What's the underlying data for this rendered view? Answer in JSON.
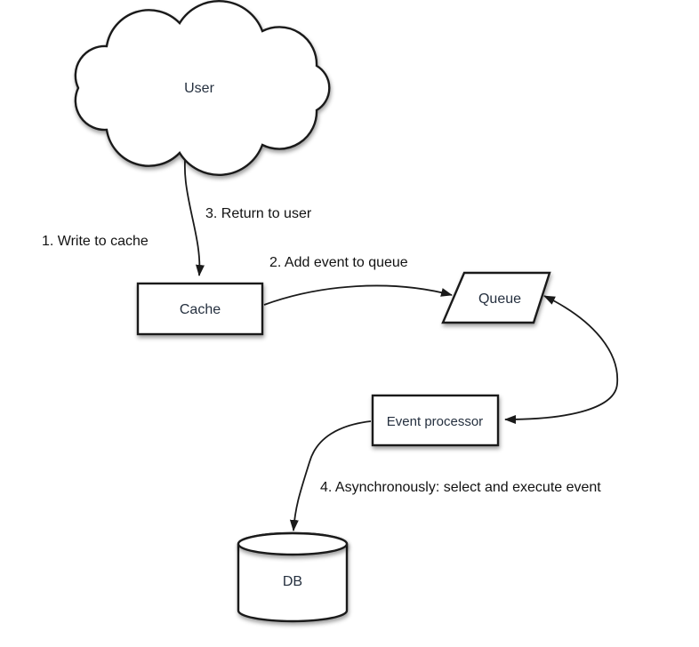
{
  "colors": {
    "background": "#ffffff",
    "stroke": "#1a1a1a",
    "node_fill": "#ffffff",
    "node_text": "#25303f",
    "label_text": "#121212"
  },
  "nodes": {
    "user": {
      "label": "User",
      "shape": "cloud"
    },
    "cache": {
      "label": "Cache",
      "shape": "rectangle"
    },
    "queue": {
      "label": "Queue",
      "shape": "parallelogram"
    },
    "event_processor": {
      "label": "Event processor",
      "shape": "rectangle"
    },
    "db": {
      "label": "DB",
      "shape": "cylinder"
    }
  },
  "labels": {
    "write_to_cache": "1. Write to cache",
    "add_event_to_queue": "2. Add event to queue",
    "return_to_user": "3. Return to user",
    "async_execute": "4. Asynchronously: select and execute event"
  },
  "edges": [
    {
      "from": "user",
      "to": "cache",
      "arrowheads": "end"
    },
    {
      "from": "cache",
      "to": "queue",
      "arrowheads": "end"
    },
    {
      "from": "queue",
      "to": "event_processor",
      "arrowheads": "both"
    },
    {
      "from": "event_processor",
      "to": "db",
      "arrowheads": "end"
    }
  ]
}
